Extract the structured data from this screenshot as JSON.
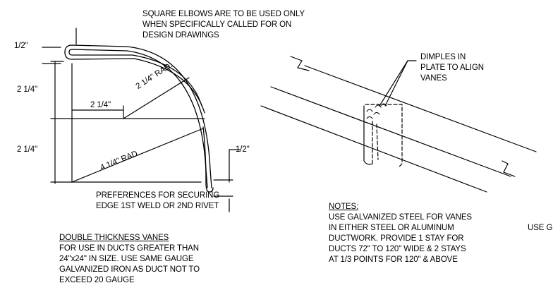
{
  "notes_top": {
    "lines": [
      "SQUARE ELBOWS ARE TO BE USED ONLY",
      "WHEN SPECIFICALLY CALLED FOR ON",
      "DESIGN DRAWINGS"
    ]
  },
  "dimensions": {
    "half_top": "1/2\"",
    "two_quarter_upper": "2 1/4\"",
    "two_quarter_lower": "2 1/4\"",
    "two_quarter_horizontal": "2 1/4\"",
    "radius_inner": "2 1/4\" RAD.",
    "radius_outer": "4 1/4\" RAD.",
    "half_right": "1/2\""
  },
  "preferences": {
    "lines": [
      "PREFERENCES FOR SECURING",
      "EDGE 1ST WELD OR 2ND RIVET"
    ]
  },
  "double_thickness": {
    "heading": "DOUBLE THICKNESS VANES",
    "lines": [
      "FOR USE IN DUCTS GREATER THAN",
      "24\"x24\" IN SIZE. USE SAME GAUGE",
      "GALVANIZED IRON AS DUCT NOT TO",
      "EXCEED 20 GAUGE"
    ]
  },
  "dimples": {
    "lines": [
      "DIMPLES IN",
      "PLATE TO ALIGN",
      "VANES"
    ]
  },
  "notes": {
    "heading": "NOTES:",
    "lines": [
      "USE GALVANIZED STEEL FOR VANES",
      "IN EITHER STEEL OR ALUMINUM",
      "DUCTWORK. PROVIDE 1 STAY FOR",
      "DUCTS 72\" TO 120\" WIDE & 2 STAYS",
      "AT 1/3 POINTS FOR 120\" & ABOVE"
    ]
  },
  "cut_off": {
    "text": "USE G"
  }
}
